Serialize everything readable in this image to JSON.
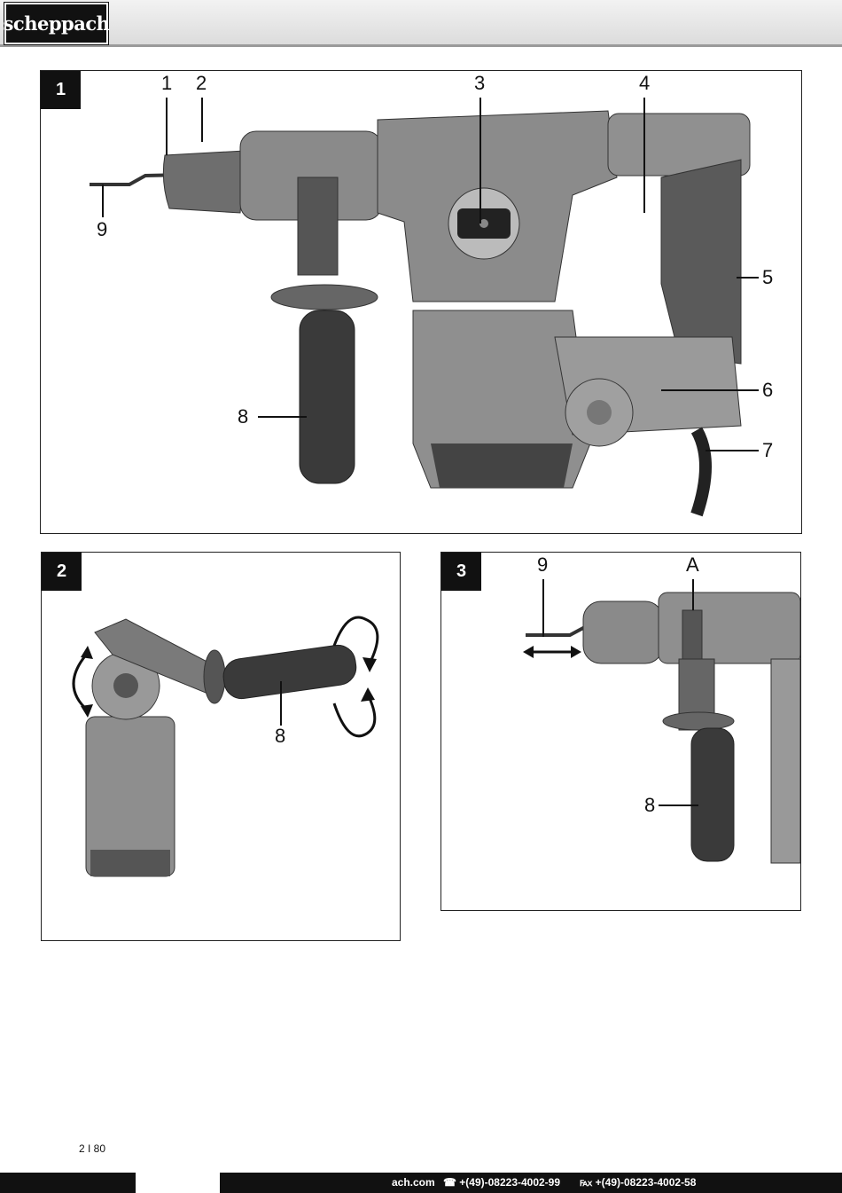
{
  "header": {
    "logo_text": "scheppach"
  },
  "figures": [
    {
      "number": "1",
      "callouts": [
        "1",
        "2",
        "3",
        "4",
        "5",
        "6",
        "7",
        "8",
        "9"
      ]
    },
    {
      "number": "2",
      "callouts": [
        "8"
      ]
    },
    {
      "number": "3",
      "callouts": [
        "9",
        "A",
        "8"
      ]
    }
  ],
  "footer": {
    "page": "2 I 80",
    "website": "ach.com",
    "phone": "☎ +(49)-08223-4002-99",
    "fax": "℻ +(49)-08223-4002-58"
  }
}
